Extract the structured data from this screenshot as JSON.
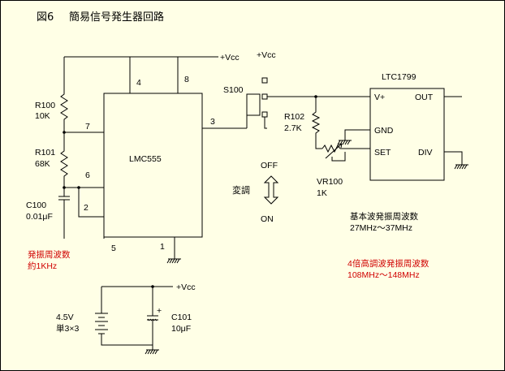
{
  "title": {
    "fig": "図6",
    "name": "簡易信号発生器回路"
  },
  "labels": {
    "vcc": "+Vcc",
    "r100": [
      "R100",
      "10K"
    ],
    "r101": [
      "R101",
      "68K"
    ],
    "c100": [
      "C100",
      "0.01μF"
    ],
    "r102": [
      "R102",
      "2.7K"
    ],
    "vr100": [
      "VR100",
      "1K"
    ],
    "s100": "S100",
    "c101": [
      "C101",
      "10μF"
    ],
    "battery": [
      "4.5V",
      "単3×3"
    ],
    "ic1": "LMC555",
    "ic2": "LTC1799",
    "pins555": [
      "4",
      "8",
      "7",
      "6",
      "2",
      "3",
      "5",
      "1"
    ],
    "pins1799": [
      "V+",
      "OUT",
      "GND",
      "SET",
      "DIV"
    ],
    "switch_off": "OFF",
    "switch_on": "ON",
    "modulation": "変調",
    "plus": "+",
    "note_osc": [
      "発振周波数",
      "約1KHz"
    ],
    "note_fund": [
      "基本波発振周波数",
      "27MHz〜37MHz"
    ],
    "note_harm": [
      "4倍高調波発振周波数",
      "108MHz〜148MHz"
    ]
  },
  "colors": {
    "background": "#ffffe6",
    "line": "#000000",
    "note_red": "#d00000"
  }
}
